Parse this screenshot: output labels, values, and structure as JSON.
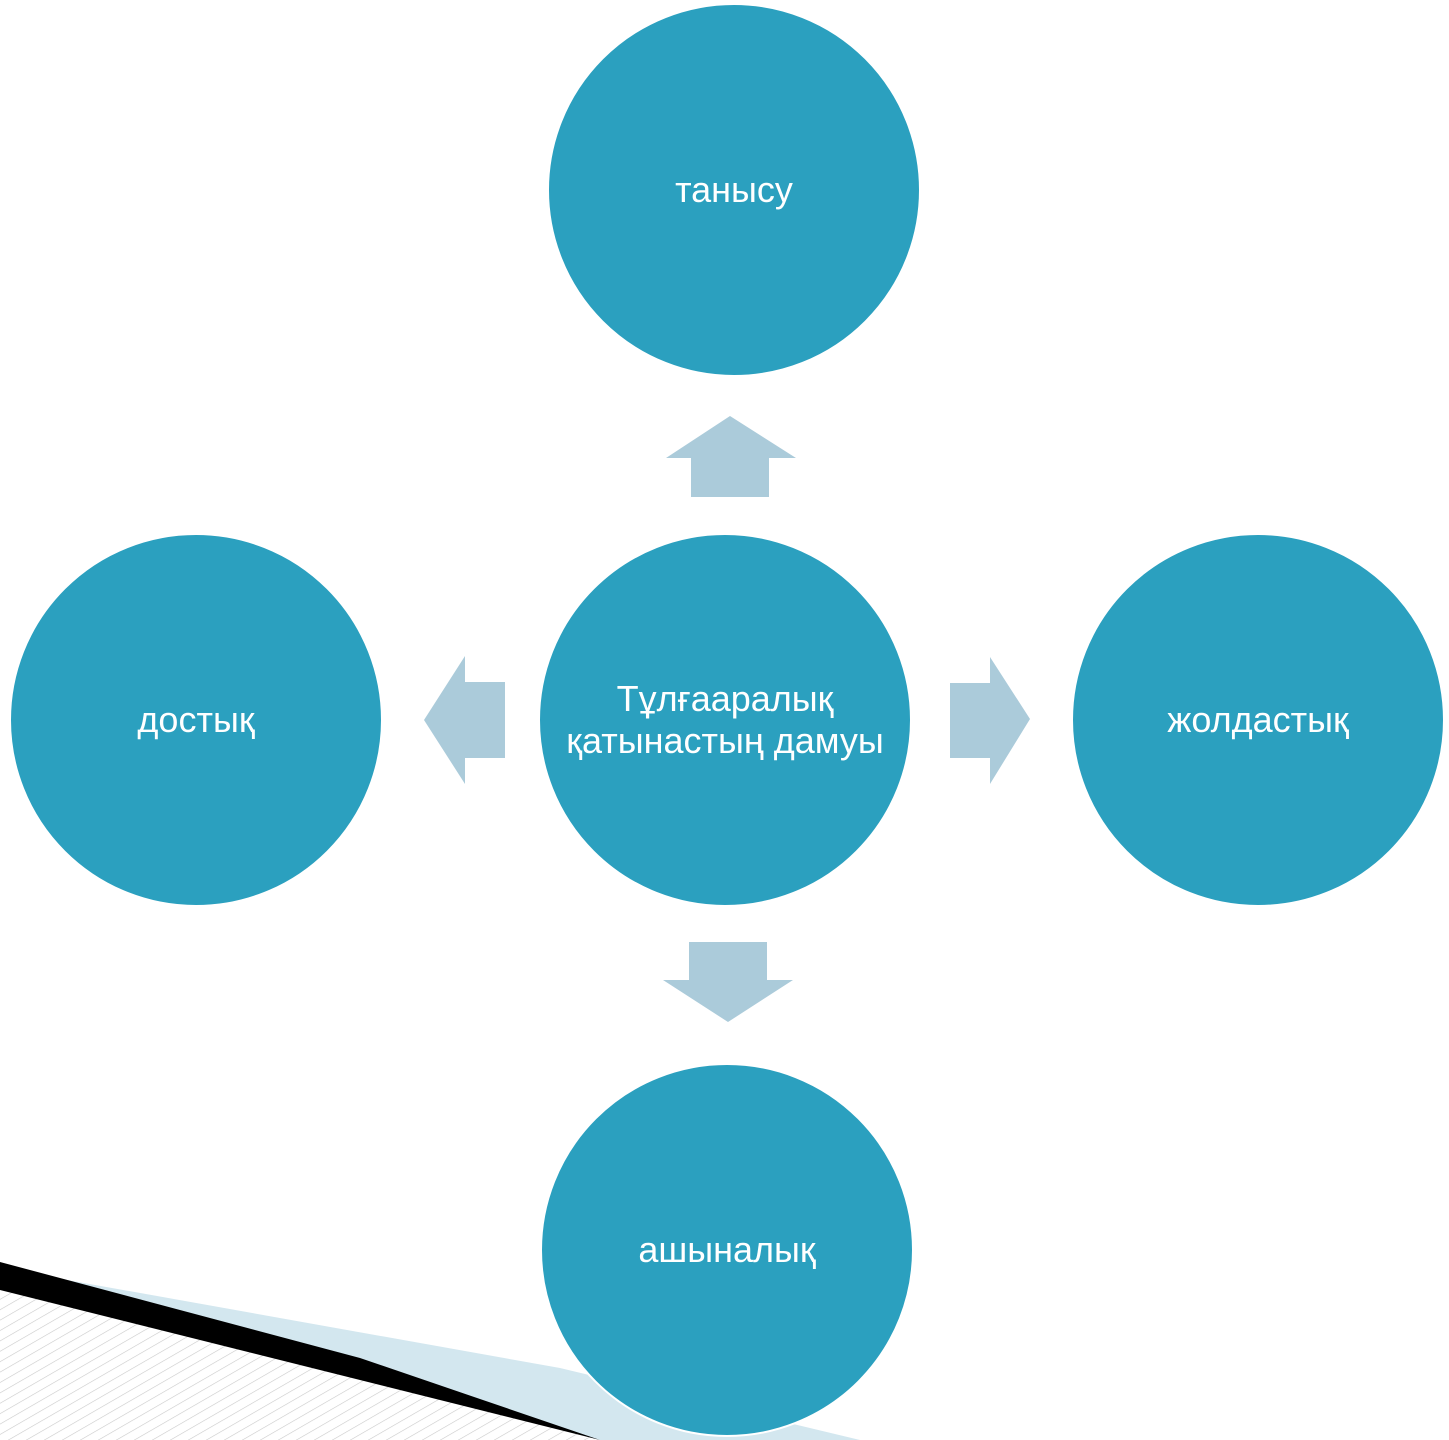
{
  "diagram": {
    "center": {
      "label": "Тұлғааралық\nқатынастың дамуы"
    },
    "nodes": [
      {
        "id": "top",
        "label": "танысу"
      },
      {
        "id": "right",
        "label": "жолдастық"
      },
      {
        "id": "bottom",
        "label": "ашыналық"
      },
      {
        "id": "left",
        "label": "достық"
      }
    ]
  },
  "colors": {
    "circle_fill": "#2ba0bf",
    "circle_outline": "#ffffff",
    "arrow_fill": "#abcbda",
    "background": "#ffffff",
    "decor_light": "#d3e7ef",
    "decor_dark": "#000000"
  }
}
